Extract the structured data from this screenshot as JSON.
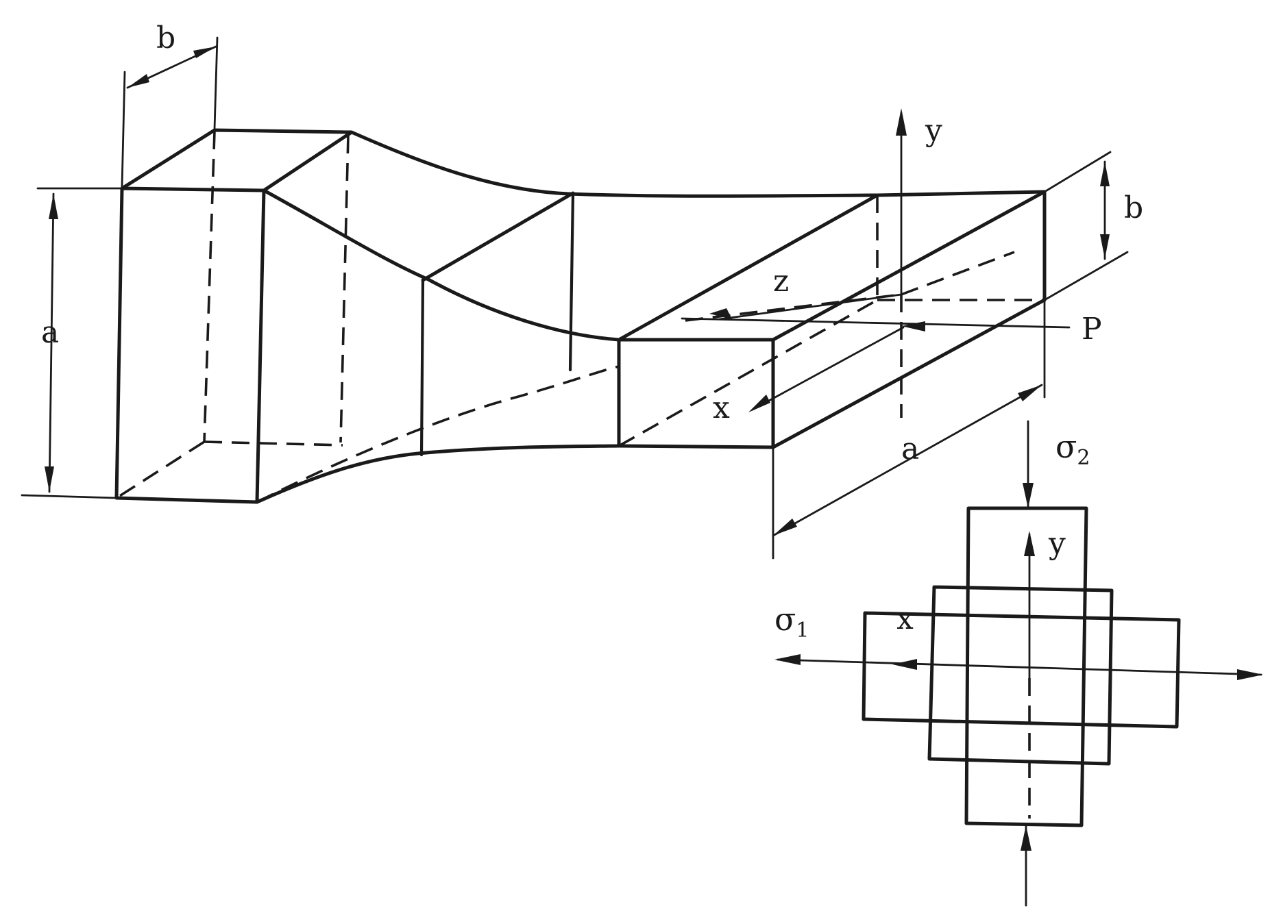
{
  "labels": {
    "b_left": "b",
    "a_left": "a",
    "y_top": "y",
    "b_right": "b",
    "z_axis": "z",
    "p_force": "P",
    "x_axis": "x",
    "a_bottom": "a",
    "sigma2_symbol": "σ",
    "sigma2_sub": "2",
    "y_element": "y",
    "x_element": "x",
    "sigma1_symbol": "σ",
    "sigma1_sub": "1"
  }
}
